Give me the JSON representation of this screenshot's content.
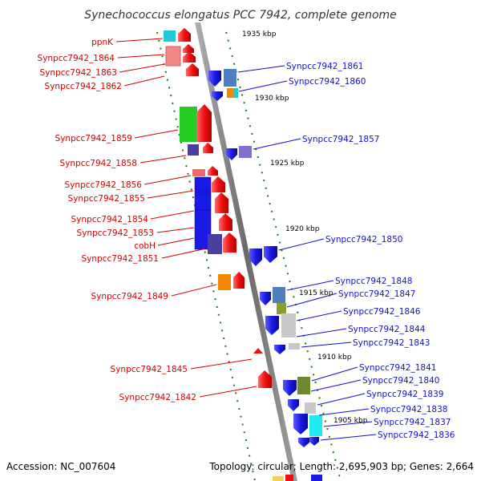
{
  "title": "Synechococcus elongatus PCC 7942, complete genome",
  "footer": {
    "accession": "Accession: NC_007604",
    "topology": "Topology: circular; Length: 2,695,903 bp; Genes: 2,664"
  },
  "ticks": [
    "1935 kbp",
    "1930 kbp",
    "1925 kbp",
    "1920 kbp",
    "1915 kbp",
    "1910 kbp",
    "1905 kbp"
  ],
  "left_genes": [
    "ppnK",
    "Synpcc7942_1864",
    "Synpcc7942_1863",
    "Synpcc7942_1862",
    "Synpcc7942_1859",
    "Synpcc7942_1858",
    "Synpcc7942_1856",
    "Synpcc7942_1855",
    "Synpcc7942_1854",
    "Synpcc7942_1853",
    "cobH",
    "Synpcc7942_1851",
    "Synpcc7942_1849",
    "Synpcc7942_1845",
    "Synpcc7942_1842"
  ],
  "right_genes": [
    "Synpcc7942_1861",
    "Synpcc7942_1860",
    "Synpcc7942_1857",
    "Synpcc7942_1850",
    "Synpcc7942_1848",
    "Synpcc7942_1847",
    "Synpcc7942_1846",
    "Synpcc7942_1844",
    "Synpcc7942_1843",
    "Synpcc7942_1841",
    "Synpcc7942_1840",
    "Synpcc7942_1839",
    "Synpcc7942_1838",
    "Synpcc7942_1837",
    "Synpcc7942_1836"
  ],
  "colors": {
    "forward_label": "#d40000",
    "reverse_label": "#1010d0",
    "forward_gene": "#ee1111",
    "reverse_gene": "#1a1ae6",
    "tick": "#1a7a1a",
    "backbone": "#8a8a8a"
  }
}
